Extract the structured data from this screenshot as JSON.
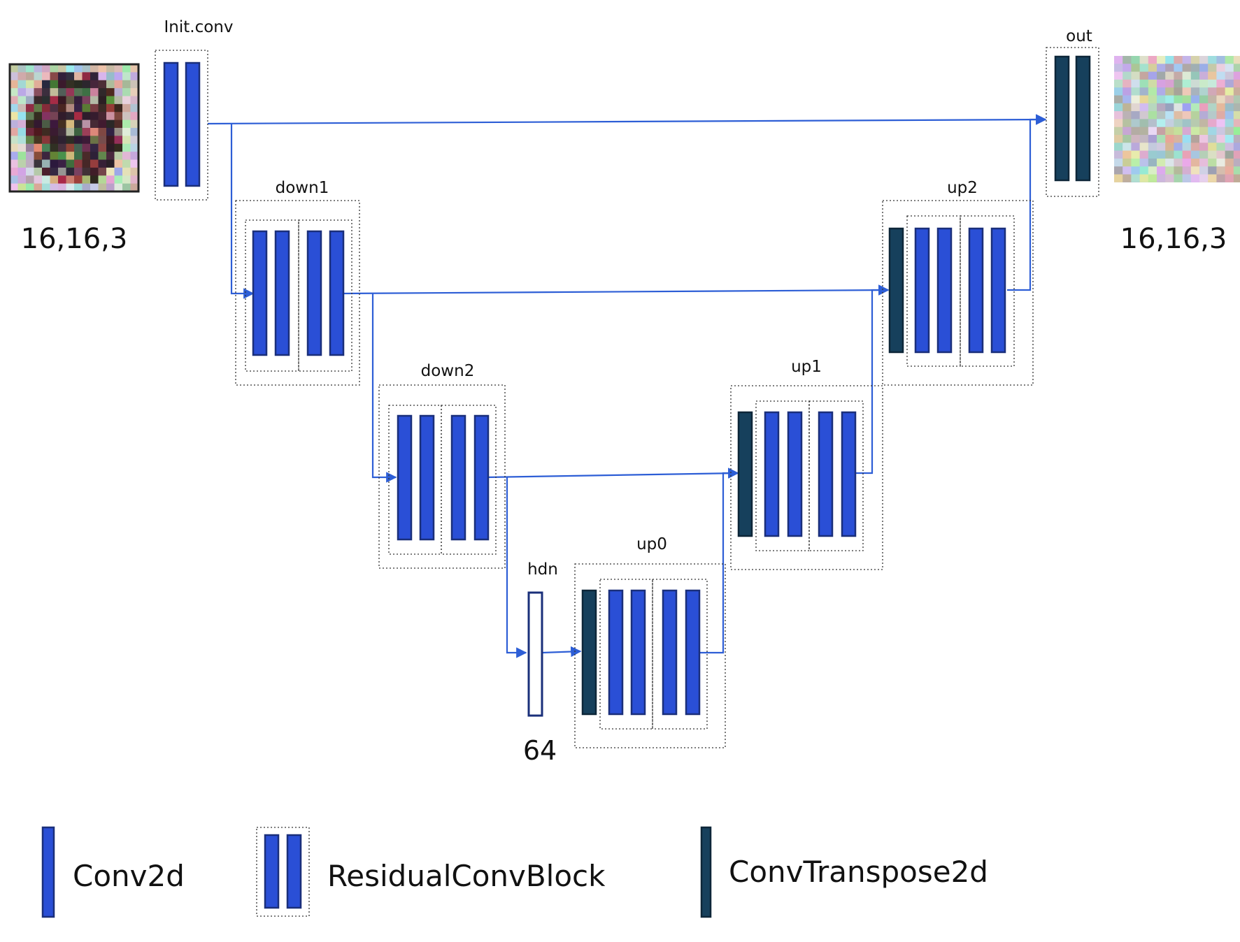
{
  "blocks": {
    "init_conv": "Init.conv",
    "down1": "down1",
    "down2": "down2",
    "hdn": "hdn",
    "up0": "up0",
    "up1": "up1",
    "up2": "up2",
    "out": "out"
  },
  "input_shape": "16,16,3",
  "output_shape": "16,16,3",
  "hidden_dim": "64",
  "legend": {
    "conv2d": "Conv2d",
    "residual": "ResidualConvBlock",
    "convtranspose": "ConvTranspose2d"
  },
  "colors": {
    "conv2d": "#2a4fd6",
    "convtranspose": "#16405c",
    "connection": "#2d5ed6"
  }
}
